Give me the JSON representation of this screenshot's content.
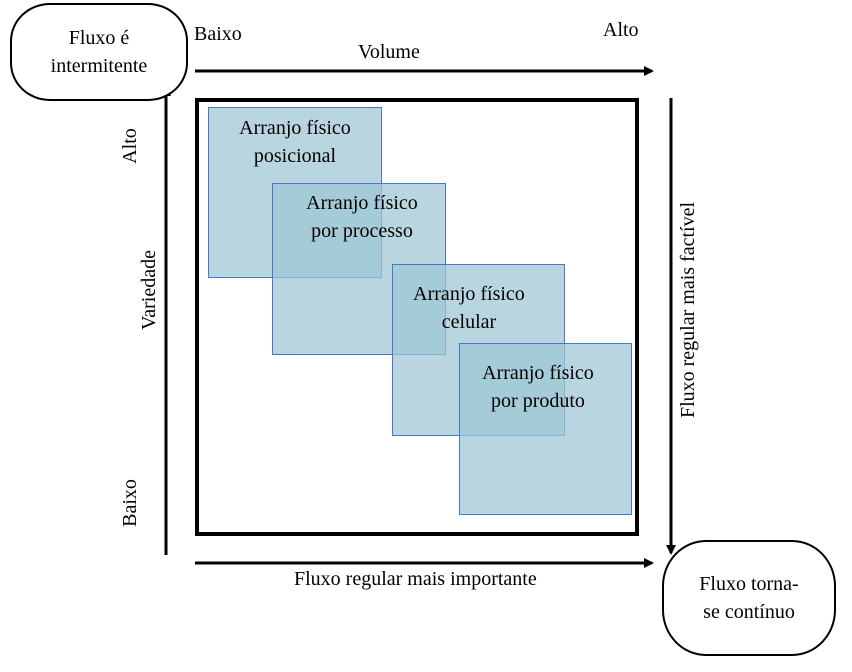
{
  "top_axis": {
    "low_label": "Baixo",
    "high_label": "Alto",
    "title": "Volume"
  },
  "left_axis": {
    "low_label": "Baixo",
    "high_label": "Alto",
    "title": "Variedade"
  },
  "right_axis": {
    "title": "Fluxo regular mais factível"
  },
  "bottom_axis": {
    "title": "Fluxo regular mais importante"
  },
  "start_oval": {
    "line1": "Fluxo é",
    "line2": "intermitente"
  },
  "end_oval": {
    "line1": "Fluxo torna-",
    "line2": "se contínuo"
  },
  "layouts": [
    {
      "line1": "Arranjo físico",
      "line2": "posicional"
    },
    {
      "line1": "Arranjo físico",
      "line2": "por processo"
    },
    {
      "line1": "Arranjo físico",
      "line2": "celular"
    },
    {
      "line1": "Arranjo físico",
      "line2": "por produto"
    }
  ],
  "colors": {
    "box_fill": "#9ec6d4",
    "box_border": "#4a78c8",
    "line": "#000000"
  }
}
